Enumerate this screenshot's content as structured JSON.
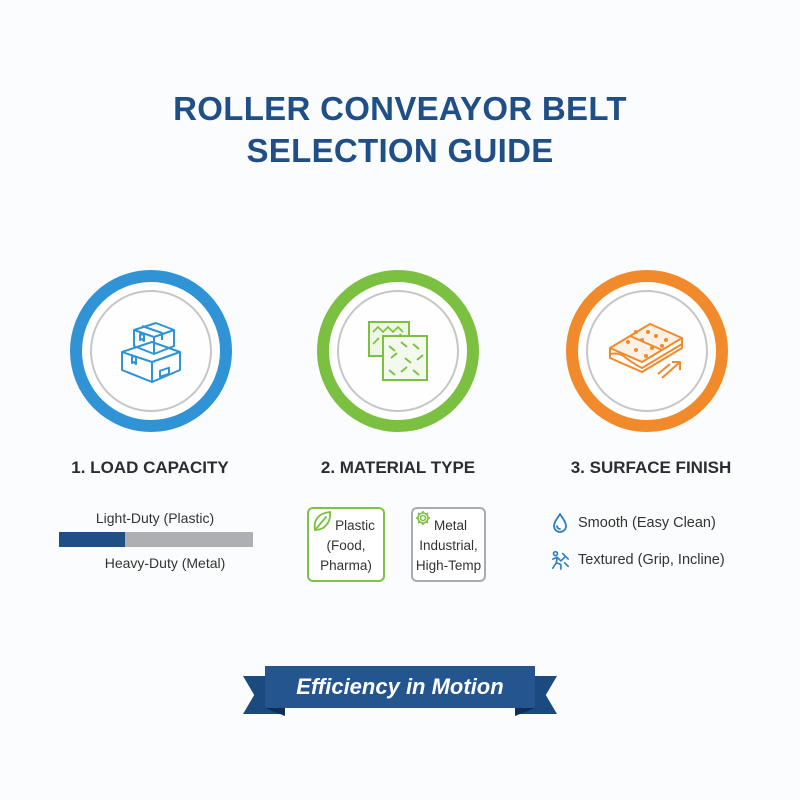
{
  "title": {
    "line1": "ROLLER CONVEAYOR BELT",
    "line2": "SELECTION GUIDE"
  },
  "colors": {
    "title": "#1f4f86",
    "load_ring": "#2f93d5",
    "material_ring": "#7cc042",
    "surface_ring": "#f18a2b",
    "banner": "#24558f",
    "bar_fill": "#1f4f86",
    "bar_track": "#adafb2"
  },
  "sections": [
    {
      "heading": "1. LOAD CAPACITY",
      "icon": "stacked-boxes-icon",
      "scale": {
        "top_label": "Light-Duty (Plastic)",
        "bottom_label": "Heavy-Duty (Metal)",
        "fill_percent": 34
      }
    },
    {
      "heading": "2. MATERIAL TYPE",
      "icon": "material-sheets-icon",
      "options": [
        {
          "icon": "leaf-icon",
          "line1": "Plastic",
          "line2": "(Food,",
          "line3": "Pharma)"
        },
        {
          "icon": "gear-icon",
          "line1": "Metal",
          "line2": "Industrial,",
          "line3": "High-Temp"
        }
      ]
    },
    {
      "heading": "3. SURFACE FINISH",
      "icon": "textured-belt-icon",
      "options": [
        {
          "icon": "water-drop-icon",
          "label": "Smooth (Easy Clean)"
        },
        {
          "icon": "climbing-person-icon",
          "label": "Textured (Grip, Incline)"
        }
      ]
    }
  ],
  "banner": {
    "text": "Efficiency in Motion"
  }
}
